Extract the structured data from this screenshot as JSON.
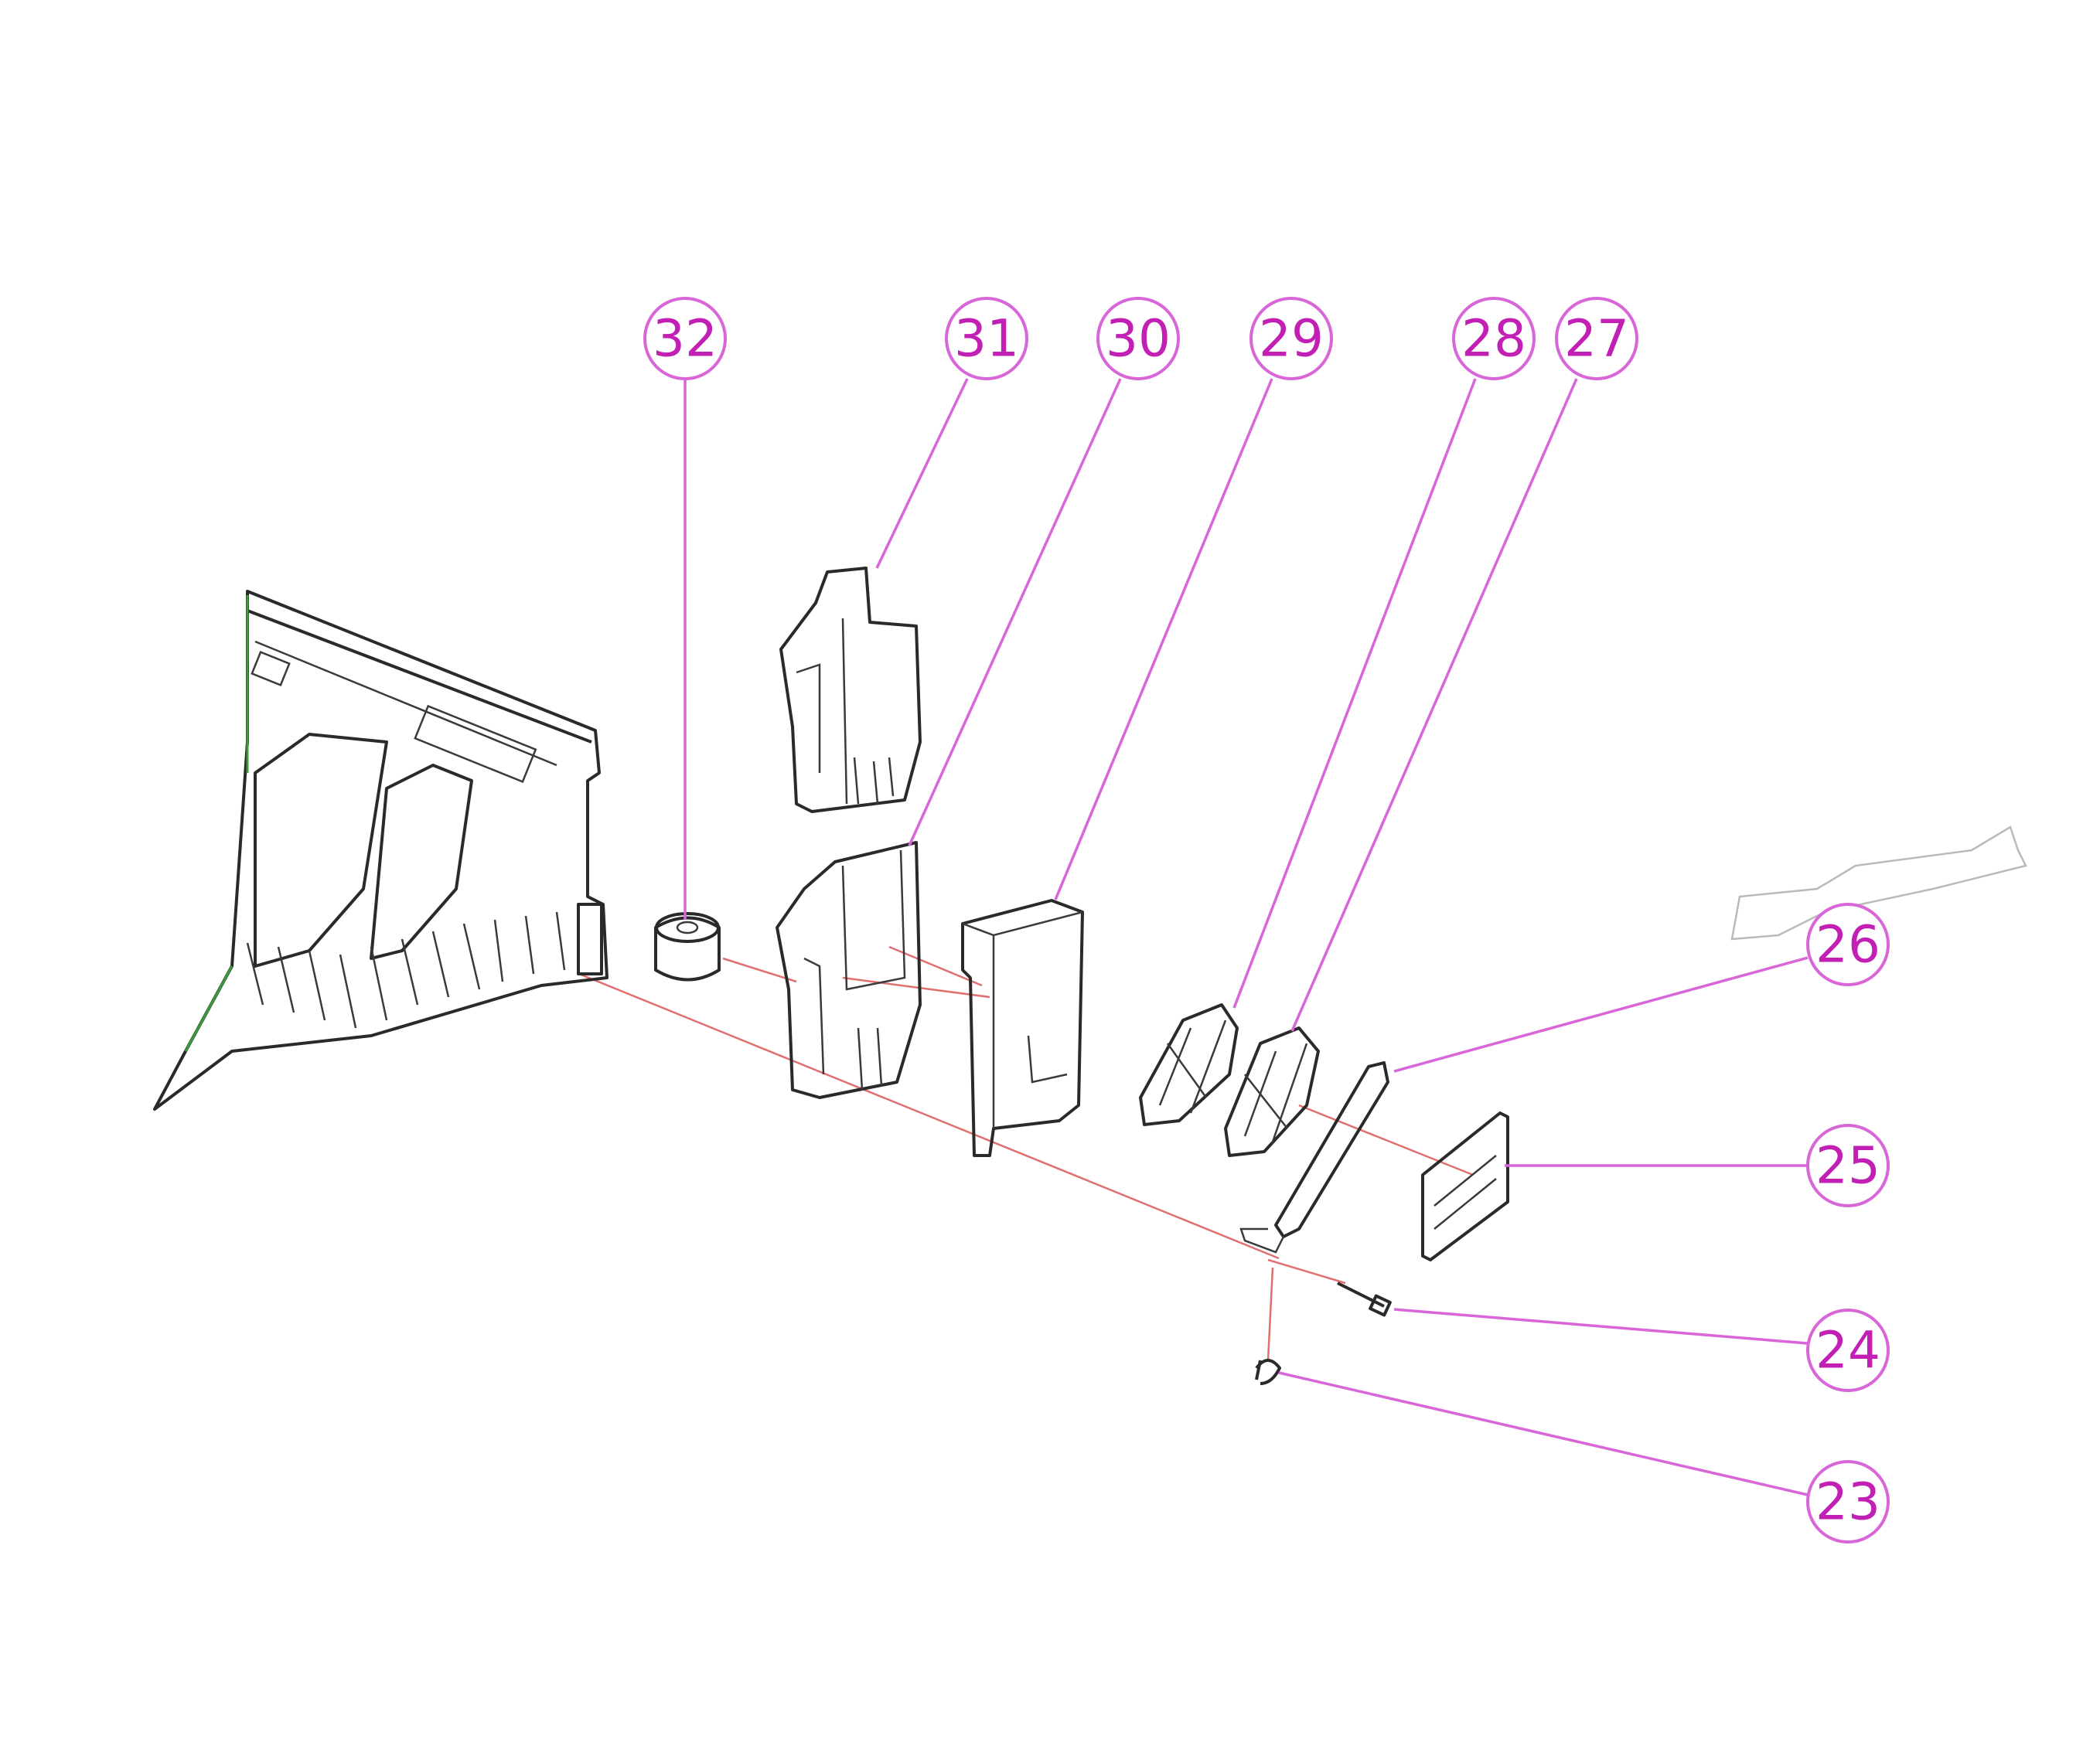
{
  "diagram": {
    "type": "exploded-parts-view",
    "callouts": [
      {
        "id": "32",
        "label": "32"
      },
      {
        "id": "31",
        "label": "31"
      },
      {
        "id": "30",
        "label": "30"
      },
      {
        "id": "29",
        "label": "29"
      },
      {
        "id": "28",
        "label": "28"
      },
      {
        "id": "27",
        "label": "27"
      },
      {
        "id": "26",
        "label": "26"
      },
      {
        "id": "25",
        "label": "25"
      },
      {
        "id": "24",
        "label": "24"
      },
      {
        "id": "23",
        "label": "23"
      }
    ],
    "colors": {
      "callout": "#c21fb5",
      "leader": "#d866d8",
      "axis": "#e07070",
      "part": "#2a2a2a"
    }
  }
}
